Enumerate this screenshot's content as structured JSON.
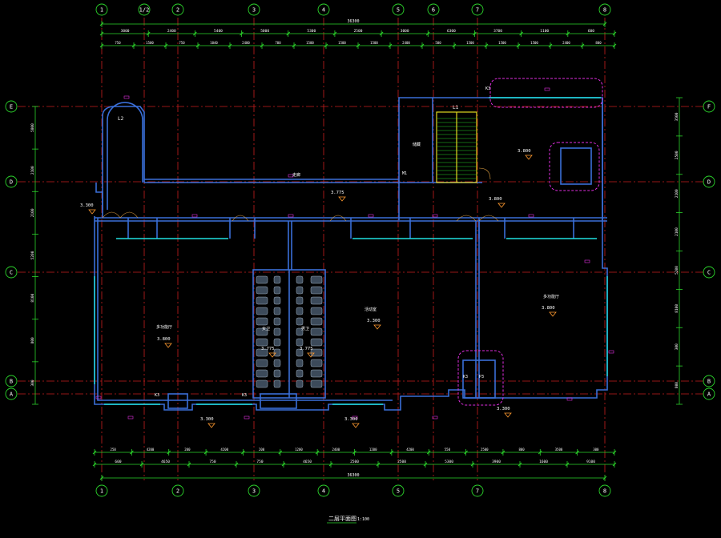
{
  "axes_top": [
    "1",
    "1/2",
    "2",
    "3",
    "4",
    "5",
    "6",
    "7",
    "8"
  ],
  "axes_bottom": [
    "1",
    "2",
    "3",
    "4",
    "5",
    "7",
    "8"
  ],
  "axes_left": [
    "E",
    "D",
    "C",
    "B",
    "A"
  ],
  "axes_right": [
    "F",
    "D",
    "C",
    "B",
    "A"
  ],
  "dims_top": {
    "overall": "36300",
    "row1": [
      "3000",
      "2400",
      "5400",
      "5000",
      "5300",
      "2500",
      "3000",
      "6300",
      "3700",
      "1100",
      "600"
    ],
    "row2": [
      "750",
      "1500",
      "750",
      "1040",
      "2400",
      "700",
      "1500",
      "1500",
      "1500",
      "2400",
      "500",
      "1500",
      "1500",
      "1500",
      "2400",
      "800"
    ]
  },
  "dims_bottom": {
    "row1": [
      "250",
      "4200",
      "200",
      "4200",
      "200",
      "1200",
      "2400",
      "1200",
      "4200",
      "550",
      "2500",
      "800",
      "3500",
      "300"
    ],
    "row2": [
      "600",
      "4650",
      "750",
      "750",
      "4650",
      "2500",
      "2500",
      "5300",
      "3900",
      "1600",
      "9100"
    ],
    "overall": "36300"
  },
  "dims_left": [
    "5800",
    "2100",
    "2100",
    "5200",
    "8100",
    "800",
    "300"
  ],
  "dims_right": [
    "3500",
    "2500",
    "2100",
    "2100",
    "5200",
    "8100",
    "300",
    "800"
  ],
  "labels": {
    "stair_l1": "L1",
    "stair_l2": "L2",
    "corridor": "走廊",
    "storage": "储藏",
    "elev_1": "3.775",
    "elev_2": "3.800",
    "elev_3": "3.800",
    "elev_4": "3.800",
    "elev_5": "3.800",
    "elev_6": "3.300",
    "elev_7": "3.300",
    "elev_8": "3.300",
    "elev_9": "3.300",
    "elev_10": "3.300",
    "elev_11": "3.775",
    "elev_12": "3.775",
    "room_left": "多功能厅",
    "room_center": "活动室",
    "room_right": "多功能厅",
    "wc_left": "女卫",
    "wc_right": "男卫",
    "mark_k3a": "K3",
    "mark_k3b": "K3",
    "mark_k3c": "K3",
    "mark_k3d": "K3",
    "mark_p3": "P3",
    "mark_m1": "M1",
    "title": "二层平面图",
    "scale": "1:100"
  }
}
